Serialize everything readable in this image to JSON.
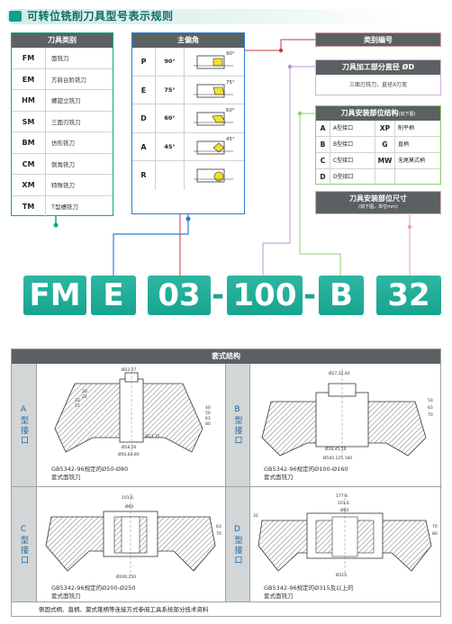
{
  "header": {
    "title": "可转位铣削刀具型号表示规则"
  },
  "category": {
    "title": "刀具类别",
    "rows": [
      {
        "code": "FM",
        "name": "面铣刀"
      },
      {
        "code": "EM",
        "name": "方肩台阶铣刀"
      },
      {
        "code": "HM",
        "name": "螺旋立铣刀"
      },
      {
        "code": "SM",
        "name": "三面刃铣刀"
      },
      {
        "code": "BM",
        "name": "仿形铣刀"
      },
      {
        "code": "CM",
        "name": "倒角铣刀"
      },
      {
        "code": "XM",
        "name": "特殊铣刀"
      },
      {
        "code": "TM",
        "name": "T型槽铣刀"
      }
    ]
  },
  "angle": {
    "title": "主偏角",
    "rows": [
      {
        "code": "P",
        "value": "90°",
        "label": "90°"
      },
      {
        "code": "E",
        "value": "75°",
        "label": "75°"
      },
      {
        "code": "D",
        "value": "60°",
        "label": "60°"
      },
      {
        "code": "A",
        "value": "45°",
        "label": "45°"
      },
      {
        "code": "R",
        "value": "",
        "label": ""
      }
    ]
  },
  "serial": {
    "title": "类别编号"
  },
  "diameter": {
    "title": "刀具加工部分直径 ØD",
    "desc": "三面刃铣刀，直径X刃宽"
  },
  "mount": {
    "title": "刀具安装部位结构",
    "subtitle": "(如下图)",
    "rows": [
      {
        "code": "A",
        "name": "A型接口",
        "code2": "XP",
        "name2": "削平柄"
      },
      {
        "code": "B",
        "name": "B型接口",
        "code2": "G",
        "name2": "直柄"
      },
      {
        "code": "C",
        "name": "C型接口",
        "code2": "MW",
        "name2": "无尾莫式柄"
      },
      {
        "code": "D",
        "name": "D型接口",
        "code2": "",
        "name2": ""
      }
    ]
  },
  "size": {
    "title": "刀具安装部位尺寸",
    "subtitle": "(如下图，单位mm)"
  },
  "code": {
    "p1": "FM",
    "p2": "E",
    "p3": "03",
    "sep1": "-",
    "p4": "100",
    "sep2": "-",
    "p5": "B",
    "p6": "32"
  },
  "table": {
    "title": "套式结构",
    "sides": [
      "A型接口",
      "B型接口",
      "C型接口",
      "D型接口"
    ],
    "captions": [
      "GB5342-96规定的Ø50-Ø80\n套式面铣刀",
      "GB5342-96规定的Ø100-Ø160\n套式面铣刀",
      "GB5342-96规定的Ø200-Ø250\n套式面铣刀",
      "GB5342-96规定的Ø315及以上的\n套式面铣刀"
    ],
    "dims_a": {
      "top": "Ø22.27",
      "h1": "20",
      "h2": "22",
      "h3": "33",
      "h4": "37",
      "r1": "40",
      "r2": "50",
      "r3": "63",
      "r4": "80",
      "k": "Ø13.15",
      "s1": "Ø18.20",
      "s2": "Ø50,63,80"
    },
    "dims_b": {
      "top": "Ø27,32,40",
      "r1": "50",
      "r2": "63",
      "r3": "70",
      "s1": "Ø38,45,56",
      "s2": "Ø100,125,160"
    },
    "dims_c": {
      "top": "101.6",
      "mid": "Ø60",
      "r1": "63",
      "r2": "70",
      "s1": "Ø200,250"
    },
    "dims_d": {
      "top": "177.8",
      "t2": "101.6",
      "mid": "Ø60",
      "l": "32",
      "r1": "70",
      "r2": "80",
      "s1": "Ø315"
    },
    "footer": "侧固式柄、直柄、莫式锥柄等连接方式参阅工具系统部分技术资料"
  }
}
